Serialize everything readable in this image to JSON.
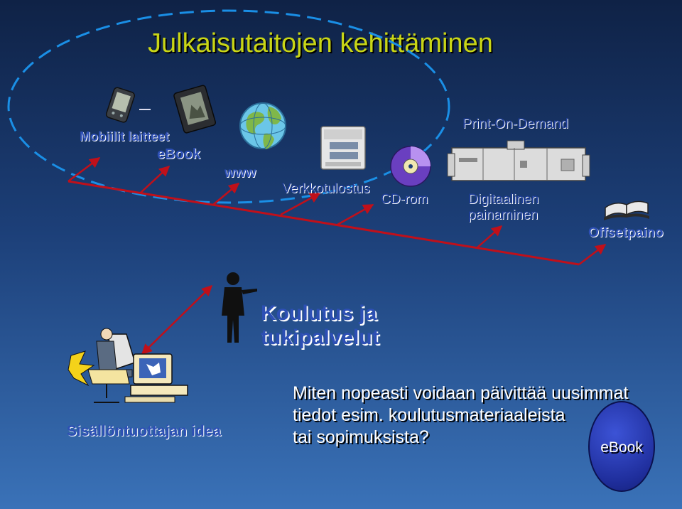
{
  "title": "Julkaisutaitojen kehittäminen",
  "channels": {
    "mobile": "Mobiilit laitteet",
    "ebook": "eBook",
    "www": "www",
    "network_print": "Verkkotulostus",
    "cdrom": "CD-rom",
    "pod": "Print-On-Demand",
    "digital": "Digitaalinen painaminen",
    "offset": "Offsetpaino"
  },
  "training": "Koulutus ja tukipalvelut",
  "content_idea": "Sisällöntuottajan idea",
  "question": {
    "line1": "Miten nopeasti voidaan päivittää uusimmat",
    "line2": "tiedot esim. koulutusmateriaaleista",
    "line3": "tai sopimuksista?"
  },
  "ebook_badge": "eBook",
  "colors": {
    "title": "#c9d616",
    "label": "#2d4fb5",
    "arrow": "#c0101a",
    "ellipse": "#1a8fe6"
  },
  "icons": [
    "palm-device-icon",
    "ebook-reader-icon",
    "globe-icon",
    "printer-icon",
    "cd-icon",
    "print-machine-icon",
    "open-book-icon",
    "presenter-icon",
    "office-worker-icon"
  ]
}
